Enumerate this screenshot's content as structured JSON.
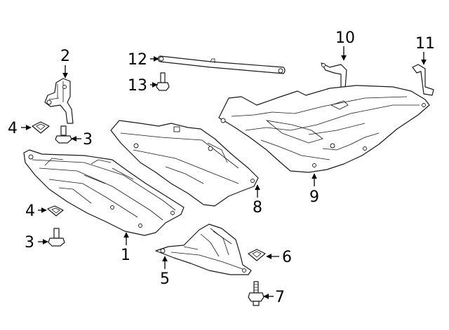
{
  "callouts": {
    "c1": "1",
    "c2": "2",
    "c3a": "3",
    "c3b": "3",
    "c4a": "4",
    "c4b": "4",
    "c5": "5",
    "c6": "6",
    "c7": "7",
    "c8": "8",
    "c9": "9",
    "c10": "10",
    "c11": "11",
    "c12": "12",
    "c13": "13"
  },
  "colors": {
    "line": "#1a1a1a",
    "background": "#ffffff"
  }
}
